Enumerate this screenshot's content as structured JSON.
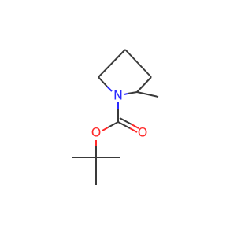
{
  "molecule": {
    "atoms": [
      {
        "id": "n1",
        "label": "N",
        "color": "#2a2aff"
      },
      {
        "id": "o_ether",
        "label": "O",
        "color": "#ff2a2a"
      },
      {
        "id": "o_carbonyl",
        "label": "O",
        "color": "#ff2a2a"
      }
    ],
    "bond_color": "#3a3a3a"
  }
}
